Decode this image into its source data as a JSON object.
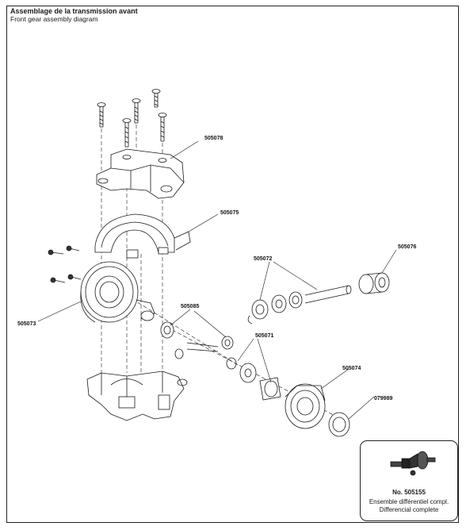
{
  "header": {
    "title": "Assemblage de la transmission avant",
    "subtitle": "Front gear assembly diagram"
  },
  "parts": {
    "p505078": "505078",
    "p505075": "505075",
    "p505072": "505072",
    "p505076": "505076",
    "p505073": "505073",
    "p505085": "505085",
    "p505071": "505071",
    "p505074": "505074",
    "p079989": "079989"
  },
  "callout": {
    "number": "No. 505155",
    "line1": "Ensemble différentiel compl.",
    "line2": "Differencial complete"
  },
  "colors": {
    "line": "#1a1a1a",
    "fill_light": "#ffffff",
    "shade": "#bdbdbd",
    "dark": "#3a3a3a"
  }
}
